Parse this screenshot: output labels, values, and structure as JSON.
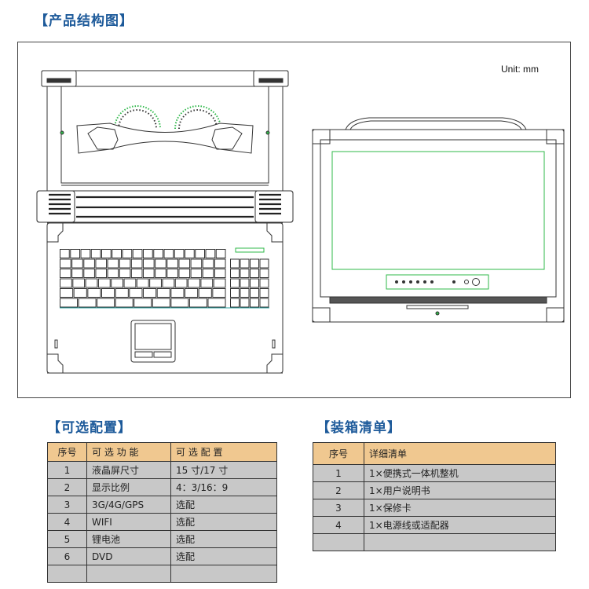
{
  "titles": {
    "structure": "【产品结构图】",
    "options": "【可选配置】",
    "packing": "【装箱清单】"
  },
  "diagram": {
    "unit": "Unit: mm",
    "accent": "#2fb84a"
  },
  "options_table": {
    "headers": [
      "序号",
      "可 选 功 能",
      "可 选 配 置"
    ],
    "rows": [
      [
        "1",
        "液晶屏尺寸",
        "15 寸/17 寸"
      ],
      [
        "2",
        "显示比例",
        "4：3/16：9"
      ],
      [
        "3",
        "3G/4G/GPS",
        "选配"
      ],
      [
        "4",
        "WIFI",
        "选配"
      ],
      [
        "5",
        "锂电池",
        "选配"
      ],
      [
        "6",
        "DVD",
        "选配"
      ],
      [
        "",
        "",
        ""
      ]
    ]
  },
  "packing_table": {
    "headers": [
      "序号",
      "详细清单"
    ],
    "rows": [
      [
        "1",
        "1×便携式一体机整机"
      ],
      [
        "2",
        "1×用户说明书"
      ],
      [
        "3",
        "1×保修卡"
      ],
      [
        "4",
        "1×电源线或适配器"
      ],
      [
        "",
        ""
      ]
    ]
  },
  "colors": {
    "title": "#1d5a9a",
    "table_header": "#f0c890",
    "table_cell": "#c8c8c8"
  }
}
